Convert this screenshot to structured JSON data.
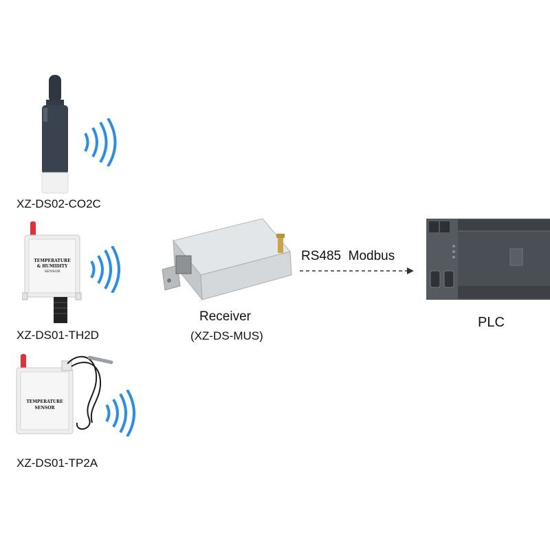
{
  "sensors": [
    {
      "model": "XZ-DS02-CO2C"
    },
    {
      "model": "XZ-DS01-TH2D",
      "label_line1": "TEMPERATURE",
      "label_line2": "& HUMIDITY",
      "label_line3": "SENSOR"
    },
    {
      "model": "XZ-DS01-TP2A",
      "label_line1": "TEMPERATURE",
      "label_line2": "SENSOR"
    }
  ],
  "receiver": {
    "title": "Receiver",
    "model": "(XZ-DS-MUS)"
  },
  "link": {
    "protocol": "RS485  Modbus"
  },
  "plc": {
    "title": "PLC"
  },
  "colors": {
    "wave": "#2a8ee6",
    "antenna": "#e0303a",
    "probe": "#3a4250",
    "enclosure": "#eeeeee",
    "receiver_body": "#c9cdd0",
    "plc_body": "#4a4f55"
  }
}
